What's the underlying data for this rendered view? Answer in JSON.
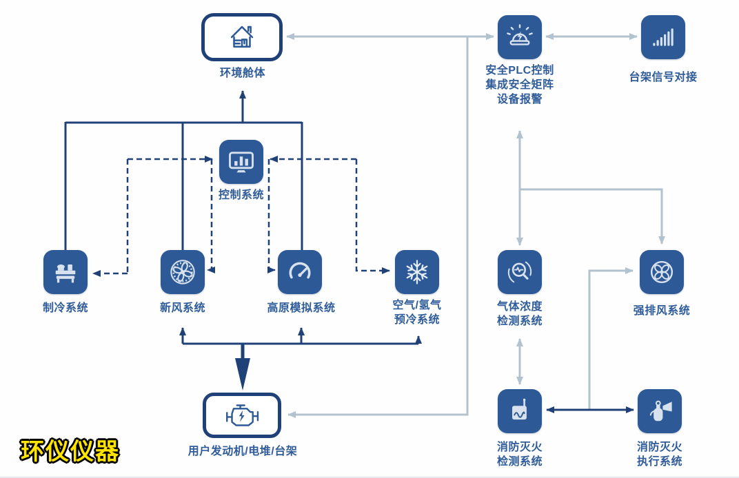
{
  "diagram": {
    "nodes": {
      "chamber": {
        "label": "环境舱体",
        "icon": "house-icon"
      },
      "plc": {
        "line1": "安全PLC控制",
        "line2": "集成安全矩阵",
        "line3": "设备报警",
        "icon": "alarm-siren-icon"
      },
      "bench_signal": {
        "label": "台架信号对接",
        "icon": "signal-bars-icon"
      },
      "control": {
        "label": "控制系统",
        "icon": "monitor-chart-icon"
      },
      "cooling": {
        "label": "制冷系统",
        "icon": "chiller-icon"
      },
      "fresh_air": {
        "label": "新风系统",
        "icon": "duct-fan-icon"
      },
      "altitude": {
        "label": "高原模拟系统",
        "icon": "gauge-icon"
      },
      "precool": {
        "line1": "空气/氢气",
        "line2": "预冷系统",
        "icon": "snowflake-icon"
      },
      "gas_detect": {
        "line1": "气体浓度",
        "line2": "检测系统",
        "icon": "gas-magnifier-icon"
      },
      "exhaust": {
        "label": "强排风系统",
        "icon": "exhaust-fan-icon"
      },
      "fire_detect": {
        "line1": "消防灭火",
        "line2": "检测系统",
        "icon": "fire-detector-icon"
      },
      "fire_exec": {
        "line1": "消防灭火",
        "line2": "执行系统",
        "icon": "fire-extinguisher-icon"
      },
      "engine": {
        "label": "用户发动机/电堆/台架",
        "icon": "engine-icon"
      }
    },
    "logo": {
      "text": "环仪仪器"
    },
    "colors": {
      "tile_blue": "#2d5a96",
      "outline_navy": "#1f4178",
      "solid_line": "#1f4178",
      "dashed_line": "#1f4178",
      "gray_line": "#b3c2cf",
      "label_text": "#2f5c99",
      "logo_yellow": "#ffe400",
      "logo_outline": "#000000"
    },
    "line_styles": {
      "solid_dark": "control / distribution connections",
      "dashed_dark": "control-system feedback connections",
      "gray": "safety PLC signal connections"
    }
  }
}
